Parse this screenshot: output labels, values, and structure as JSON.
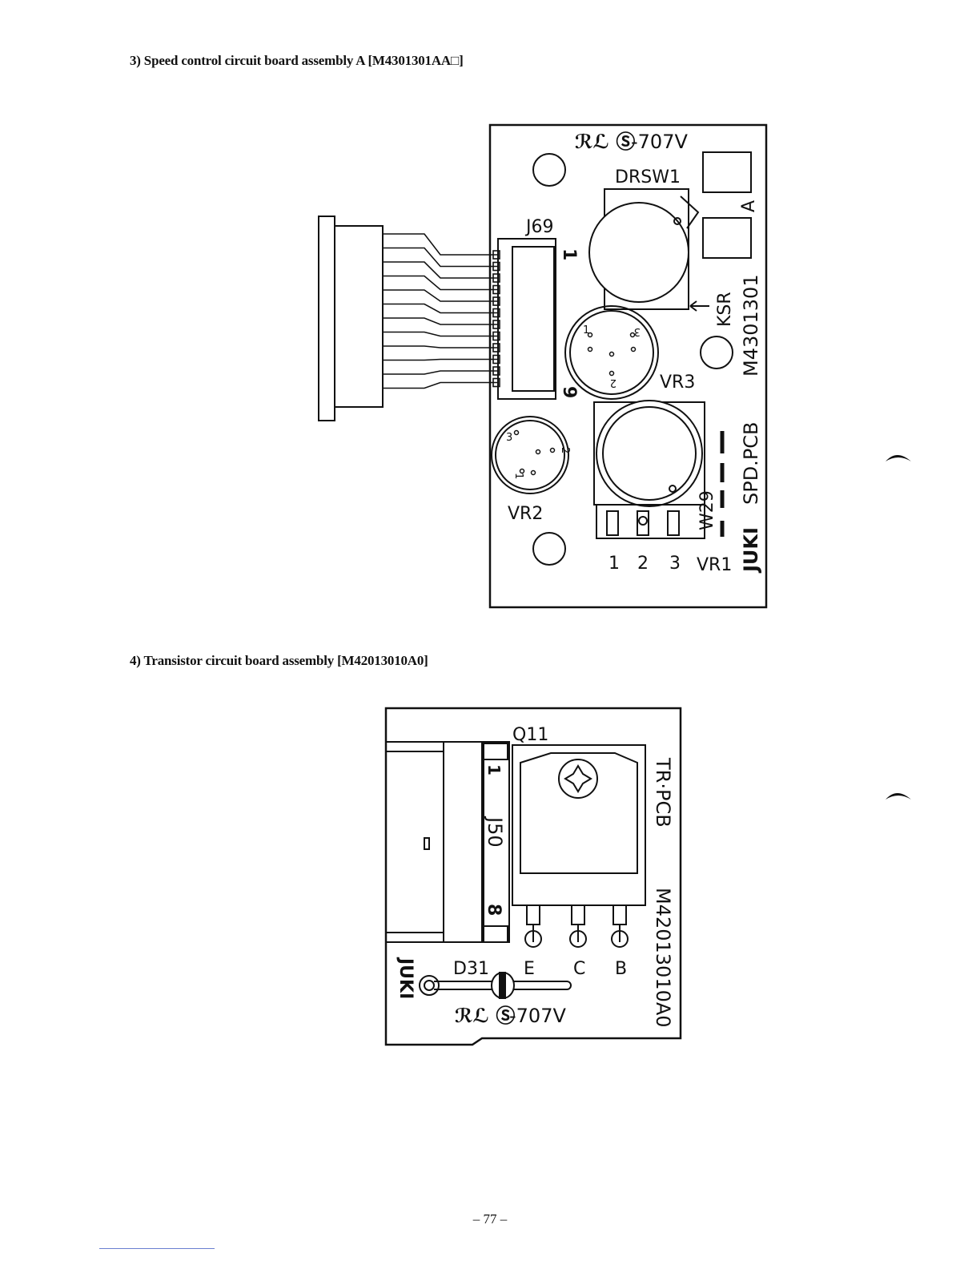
{
  "headings": {
    "speed_board": "3) Speed control circuit board assembly A [M4301301AA□]",
    "transistor_board": "4) Transistor circuit board assembly [M42013010A0]"
  },
  "speed_board": {
    "cert_mark": "ℛℒ Ⓢ",
    "cert_code": "-707V",
    "labels": {
      "drsw1": "DRSW1",
      "j69": "J69",
      "pin_1": "1",
      "pin_9": "9",
      "a": "A",
      "ksr": "KSR",
      "vr3": "VR3",
      "vr2": "VR2",
      "vr1": "VR1",
      "w29": "W29",
      "vr1_pin_1": "1",
      "vr1_pin_2": "2",
      "vr1_pin_3": "3",
      "board_code": "M4301301",
      "board_name": "SPD.PCB",
      "brand": "JUKI",
      "vr3_pin_1": "1",
      "vr3_pin_2": "2",
      "vr3_pin_3": "3",
      "vr2_pin_1": "1",
      "vr2_pin_2": "2",
      "vr2_pin_3": "3"
    }
  },
  "transistor_board": {
    "cert_mark": "ℛℒ Ⓢ",
    "cert_code": "-707V",
    "labels": {
      "q11": "Q11",
      "j50": "J50",
      "pin_1": "1",
      "pin_8": "8",
      "d31": "D31",
      "e": "E",
      "c": "C",
      "b": "B",
      "board_name": "TR·PCB",
      "board_code": "M42013010A0",
      "brand": "JUKI"
    }
  },
  "page_number": "– 77 –"
}
